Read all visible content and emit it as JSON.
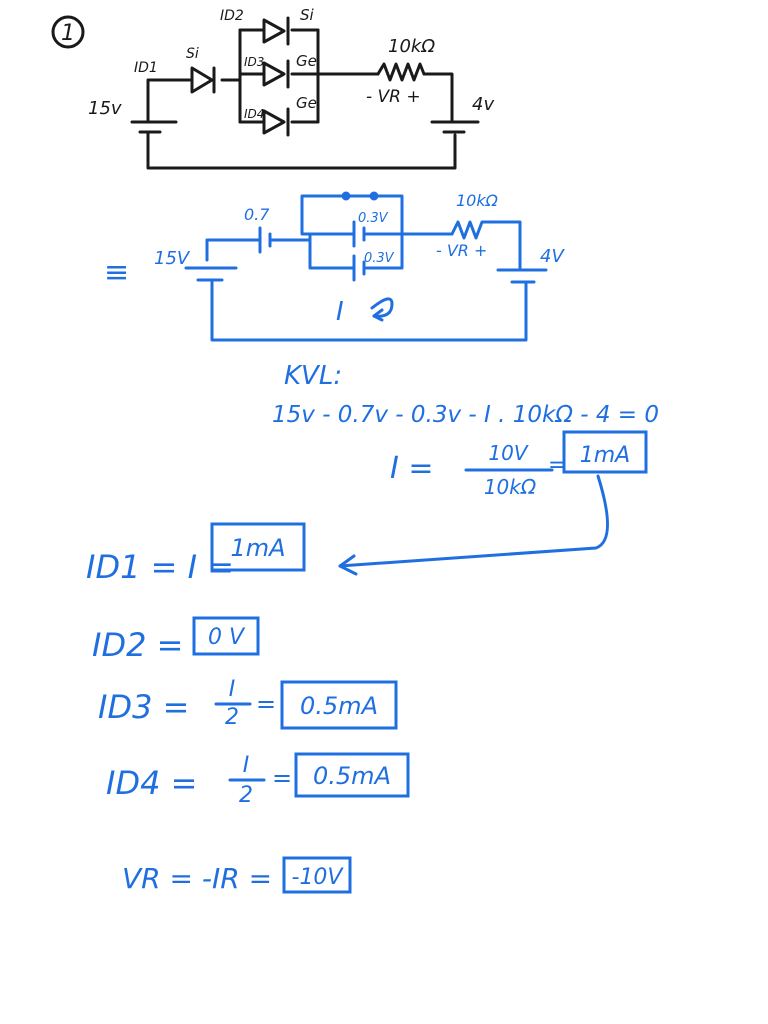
{
  "problem_number": "1",
  "circuit1": {
    "source_left": "15v",
    "source_right": "4v",
    "resistor": "10kΩ",
    "vr_label": "- VR +",
    "d1_current": "ID1",
    "d1_type": "Si",
    "d2_current": "ID2",
    "d2_type": "Si",
    "d3_current": "ID3",
    "d3_type": "Ge",
    "d4_current": "ID4",
    "d4_type": "Ge"
  },
  "circuit2": {
    "equivalent_sign": "≡",
    "source_left": "15V",
    "source_right": "4V",
    "drop1": "0.7",
    "drop2": "0.3V",
    "drop3": "0.3V",
    "resistor": "10kΩ",
    "vr_label": "- VR +",
    "loop_label": "I"
  },
  "kvl": {
    "heading": "KVL:",
    "equation": "15v - 0.7v - 0.3v - I . 10kΩ - 4 = 0",
    "i_lhs": "I =",
    "i_num": "10V",
    "i_den": "10kΩ",
    "i_eq": "=",
    "i_result": "1mA"
  },
  "results": [
    {
      "lhs": "ID1 = I =",
      "value": "1mA"
    },
    {
      "lhs": "ID2 =",
      "value": "0 V"
    },
    {
      "lhs": "ID3 =",
      "frac_num": "I",
      "frac_den": "2",
      "eq": "=",
      "value": "0.5mA"
    },
    {
      "lhs": "ID4 =",
      "frac_num": "I",
      "frac_den": "2",
      "eq": "=",
      "value": "0.5mA"
    },
    {
      "lhs": "VR = -IR   =",
      "value": "-10V"
    }
  ]
}
